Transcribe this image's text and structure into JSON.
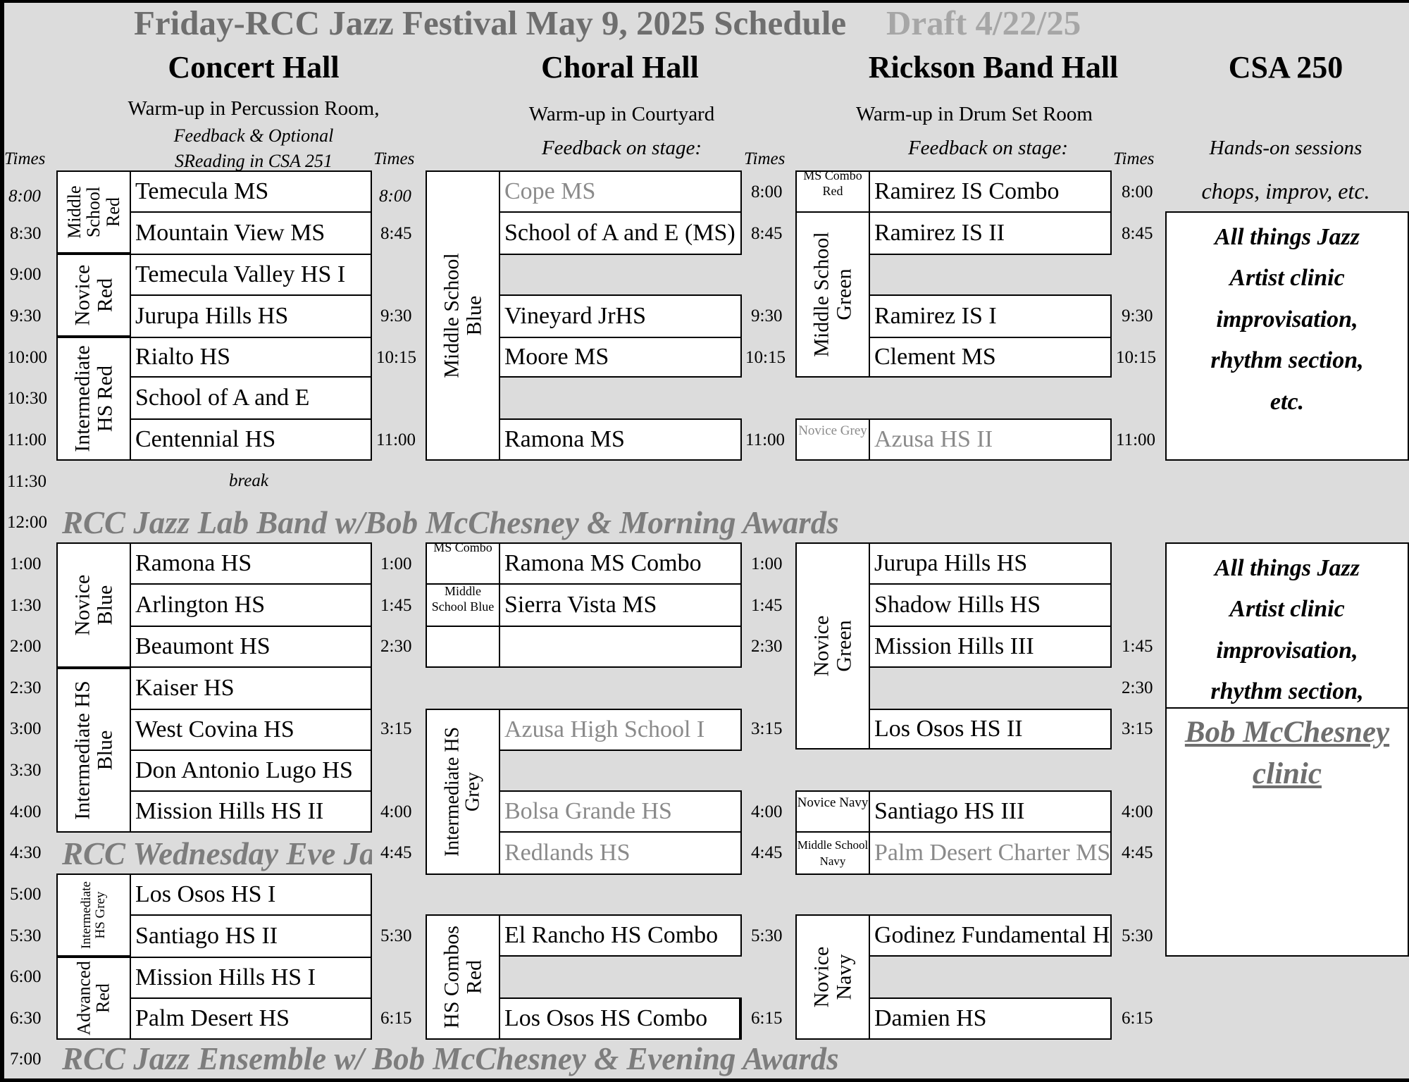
{
  "header": {
    "title": "Friday-RCC Jazz Festival May 9, 2025 Schedule",
    "draft": "Draft 4/22/25"
  },
  "halls": {
    "concert": {
      "name": "Concert Hall",
      "sub1": "Warm-up in Percussion Room,",
      "sub2": "Feedback & Optional",
      "sub3": "SReading in CSA 251"
    },
    "choral": {
      "name": "Choral Hall",
      "sub1": "Warm-up in Courtyard",
      "sub2": "Feedback on stage:"
    },
    "rickson": {
      "name": "Rickson Band Hall",
      "sub1": "Warm-up in Drum Set Room",
      "sub2": "Feedback on stage:"
    },
    "csa": {
      "name": "CSA 250",
      "sub1": "Hands-on sessions",
      "sub2": "chops, improv, etc."
    }
  },
  "times_label": "Times",
  "time_col1": [
    "8:00",
    "8:30",
    "9:00",
    "9:30",
    "10:00",
    "10:30",
    "11:00",
    "11:30",
    "12:00",
    "1:00",
    "1:30",
    "2:00",
    "2:30",
    "3:00",
    "3:30",
    "4:00",
    "4:30",
    "5:00",
    "5:30",
    "6:00",
    "6:30",
    "7:00"
  ],
  "time_col2": [
    "8:00",
    "8:45",
    "9:30",
    "10:15",
    "11:00",
    "1:00",
    "1:45",
    "2:30",
    "3:15",
    "4:00",
    "4:45",
    "5:30",
    "6:15"
  ],
  "time_col3": [
    "8:00",
    "8:45",
    "9:30",
    "10:15",
    "11:00",
    "1:00",
    "1:45",
    "2:30",
    "3:15",
    "4:00",
    "4:45",
    "5:30",
    "6:15"
  ],
  "time_col4": [
    "8:00",
    "8:45",
    "9:30",
    "10:15",
    "11:00",
    "1:45",
    "2:30",
    "3:15",
    "4:00",
    "4:45",
    "5:30",
    "6:15"
  ],
  "concert": {
    "groups": [
      "Middle School Red",
      "Novice Red",
      "Intermediate HS Red",
      "Novice Blue",
      "Intermediate HS Blue",
      "Intermediate HS Grey",
      "Advanced Red"
    ],
    "bands": [
      "Temecula MS",
      "Mountain View MS",
      "Temecula Valley HS I",
      "Jurupa Hills HS",
      "Rialto HS",
      "School of A and E",
      "Centennial HS",
      "Ramona HS",
      "Arlington HS",
      "Beaumont HS",
      "Kaiser HS",
      "West Covina HS",
      "Don Antonio Lugo HS",
      "Mission Hills HS II",
      "Los Osos HS I",
      "Santiago HS II",
      "Mission Hills HS I",
      "Palm Desert HS"
    ],
    "break": "break"
  },
  "choral": {
    "groups": [
      "Middle School Blue",
      "MS Combo",
      "Middle School Blue",
      "Intermediate HS Grey",
      "HS Combos Red"
    ],
    "bands": [
      "Cope MS",
      "School of A and E (MS)",
      "Vineyard JrHS",
      "Moore MS",
      "Ramona MS",
      "Ramona MS Combo",
      "Sierra Vista MS",
      "Azusa High School I",
      "Bolsa Grande HS",
      "Redlands HS",
      "El Rancho HS Combo",
      "Los Osos HS Combo"
    ]
  },
  "rickson": {
    "groups": [
      "MS Combo Red",
      "Middle School Green",
      "Novice Grey",
      "Novice Green",
      "Novice Navy",
      "Middle School Navy",
      "Novice Navy"
    ],
    "bands": [
      "Ramirez IS Combo",
      "Ramirez IS II",
      "Ramirez IS I",
      "Clement MS",
      "Azusa HS II",
      "Jurupa Hills HS",
      "Shadow Hills HS",
      "Mission Hills III",
      "Los Osos HS II",
      "Santiago HS III",
      "Palm Desert Charter MS",
      "Godinez Fundamental HS",
      "Damien HS"
    ]
  },
  "csa": {
    "session_lines": [
      "All things Jazz",
      "Artist clinic",
      "improvisation,",
      "rhythm section,",
      "etc."
    ],
    "clinic": "Bob McChesney clinic"
  },
  "banners": {
    "lab": "RCC Jazz Lab Band w/Bob McChesney & Morning Awards",
    "wednesday": "RCC Wednesday Eve Jazz",
    "ensemble": "RCC Jazz Ensemble w/ Bob McChesney & Evening Awards"
  }
}
